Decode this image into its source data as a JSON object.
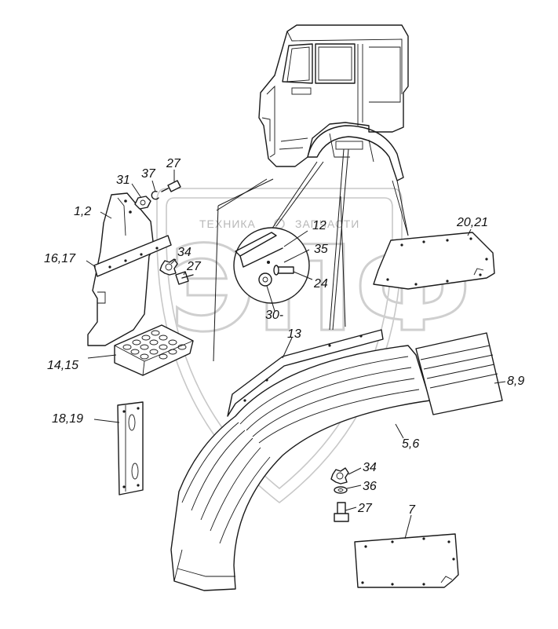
{
  "watermark": {
    "line1": "ТЕХНИКА",
    "line2": "ЗАПЧАСТИ",
    "logo": "ЭПФ"
  },
  "labels": {
    "l_27_top": "27",
    "l_31": "31",
    "l_37": "37",
    "l_1_2": "1,2",
    "l_16_17": "16,17",
    "l_34_left": "34",
    "l_27_left": "27",
    "l_14_15": "14,15",
    "l_18_19": "18,19",
    "l_12": "12",
    "l_35": "35",
    "l_24": "24",
    "l_30": "30-",
    "l_13": "13",
    "l_20_21": "20,21",
    "l_8_9": "8,9",
    "l_5_6": "5,6",
    "l_34_right": "34",
    "l_36": "36",
    "l_27_right": "27",
    "l_7": "7"
  }
}
